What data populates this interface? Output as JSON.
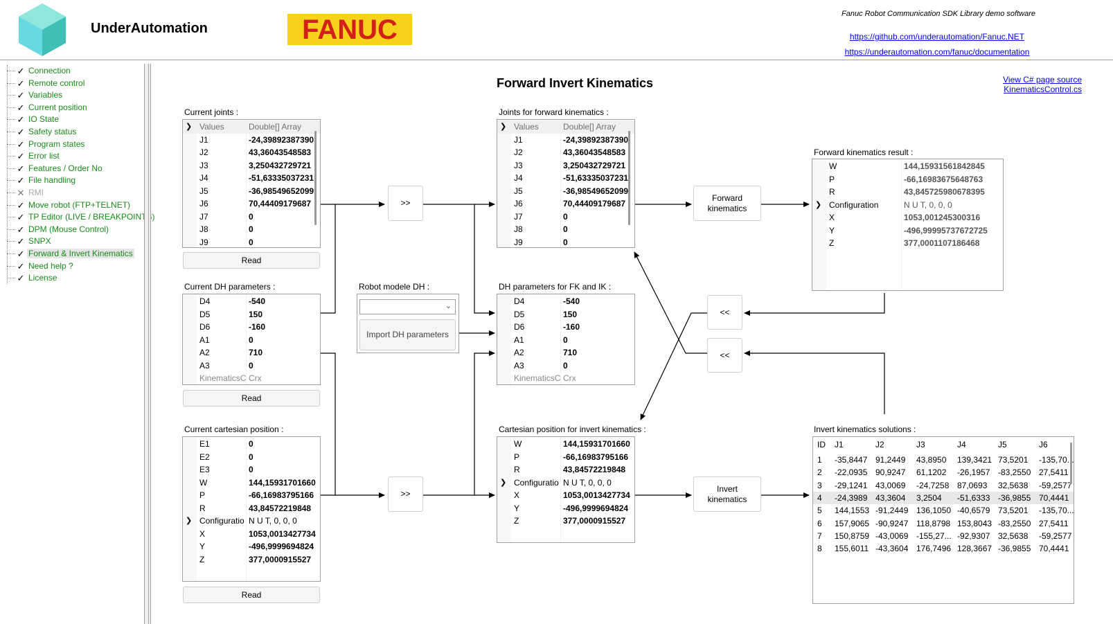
{
  "header": {
    "brand": "UnderAutomation",
    "fanuc_logo": "FANUC",
    "subtitle": "Fanuc Robot Communication SDK Library demo software",
    "link_github": "https://github.com/underautomation/Fanuc.NET",
    "link_docs": "https://underautomation.com/fanuc/documentation",
    "logo_icon": "hexagon-logo-icon",
    "colors": {
      "fanuc_yellow": "#f7d21a",
      "fanuc_red": "#d21f1a",
      "tree_green": "#1a8a1a",
      "link_blue": "#0000ee"
    }
  },
  "tree": {
    "items": [
      {
        "label": "Connection",
        "icon": "check"
      },
      {
        "label": "Remote control",
        "icon": "check"
      },
      {
        "label": "Variables",
        "icon": "check"
      },
      {
        "label": "Current position",
        "icon": "check"
      },
      {
        "label": "IO State",
        "icon": "check"
      },
      {
        "label": "Safety status",
        "icon": "check"
      },
      {
        "label": "Program states",
        "icon": "check"
      },
      {
        "label": "Error list",
        "icon": "check"
      },
      {
        "label": "Features / Order No",
        "icon": "check"
      },
      {
        "label": "File handling",
        "icon": "check"
      },
      {
        "label": "RMI",
        "icon": "cross"
      },
      {
        "label": "Move robot (FTP+TELNET)",
        "icon": "check"
      },
      {
        "label": "TP Editor (LIVE / BREAKPOINTS)",
        "icon": "check"
      },
      {
        "label": "DPM (Mouse Control)",
        "icon": "check"
      },
      {
        "label": "SNPX",
        "icon": "check"
      },
      {
        "label": "Forward & Invert Kinematics",
        "icon": "check"
      },
      {
        "label": "Need help ?",
        "icon": "check"
      },
      {
        "label": "License",
        "icon": "check"
      }
    ],
    "selected": "Forward & Invert Kinematics"
  },
  "main": {
    "title": "Forward  Invert Kinematics",
    "view_source": "View C# page source",
    "source_file": "KinematicsControl.cs",
    "current_joints": {
      "label": "Current joints :",
      "header": {
        "key": "Values",
        "value": "Double[] Array"
      },
      "rows": [
        {
          "k": "J1",
          "v": "-24,39892387390"
        },
        {
          "k": "J2",
          "v": "43,36043548583"
        },
        {
          "k": "J3",
          "v": "3,250432729721"
        },
        {
          "k": "J4",
          "v": "-51,63335037231"
        },
        {
          "k": "J5",
          "v": "-36,98549652099"
        },
        {
          "k": "J6",
          "v": "70,44409179687"
        },
        {
          "k": "J7",
          "v": "0"
        },
        {
          "k": "J8",
          "v": "0"
        },
        {
          "k": "J9",
          "v": "0"
        }
      ],
      "read_button": "Read"
    },
    "current_dh": {
      "label": "Current DH parameters :",
      "rows": [
        {
          "k": "D4",
          "v": "-540"
        },
        {
          "k": "D5",
          "v": "150"
        },
        {
          "k": "D6",
          "v": "-160"
        },
        {
          "k": "A1",
          "v": "0"
        },
        {
          "k": "A2",
          "v": "710"
        },
        {
          "k": "A3",
          "v": "0"
        },
        {
          "k": "KinematicsC",
          "v": "Crx"
        }
      ],
      "read_button": "Read"
    },
    "current_cartesian": {
      "label": "Current cartesian position :",
      "rows": [
        {
          "k": "E1",
          "v": "0"
        },
        {
          "k": "E2",
          "v": "0"
        },
        {
          "k": "E3",
          "v": "0"
        },
        {
          "k": "W",
          "v": "144,15931701660"
        },
        {
          "k": "P",
          "v": "-66,16983795166"
        },
        {
          "k": "R",
          "v": "43,84572219848"
        },
        {
          "k": "Configuratio",
          "v": "N U T, 0, 0, 0"
        },
        {
          "k": "X",
          "v": "1053,0013427734"
        },
        {
          "k": "Y",
          "v": "-496,9999694824"
        },
        {
          "k": "Z",
          "v": "377,0000915527"
        }
      ],
      "read_button": "Read"
    },
    "robot_model": {
      "label": "Robot modele DH :",
      "combo_value": "",
      "import_button": "Import DH parameters"
    },
    "fk_joints": {
      "label": "Joints for forward kinematics :",
      "header": {
        "key": "Values",
        "value": "Double[] Array"
      },
      "rows": [
        {
          "k": "J1",
          "v": "-24,39892387390"
        },
        {
          "k": "J2",
          "v": "43,36043548583"
        },
        {
          "k": "J3",
          "v": "3,250432729721"
        },
        {
          "k": "J4",
          "v": "-51,63335037231"
        },
        {
          "k": "J5",
          "v": "-36,98549652099"
        },
        {
          "k": "J6",
          "v": "70,44409179687"
        },
        {
          "k": "J7",
          "v": "0"
        },
        {
          "k": "J8",
          "v": "0"
        },
        {
          "k": "J9",
          "v": "0"
        }
      ]
    },
    "dh_fk_ik": {
      "label": "DH parameters for FK and IK :",
      "rows": [
        {
          "k": "D4",
          "v": "-540"
        },
        {
          "k": "D5",
          "v": "150"
        },
        {
          "k": "D6",
          "v": "-160"
        },
        {
          "k": "A1",
          "v": "0"
        },
        {
          "k": "A2",
          "v": "710"
        },
        {
          "k": "A3",
          "v": "0"
        },
        {
          "k": "KinematicsC",
          "v": "Crx"
        }
      ]
    },
    "ik_cartesian": {
      "label": "Cartesian position for invert kinematics :",
      "rows": [
        {
          "k": "W",
          "v": "144,15931701660"
        },
        {
          "k": "P",
          "v": "-66,16983795166"
        },
        {
          "k": "R",
          "v": "43,84572219848"
        },
        {
          "k": "Configuratio",
          "v": "N U T, 0, 0, 0"
        },
        {
          "k": "X",
          "v": "1053,0013427734"
        },
        {
          "k": "Y",
          "v": "-496,9999694824"
        },
        {
          "k": "Z",
          "v": "377,0000915527"
        }
      ]
    },
    "fk_result": {
      "label": "Forward kinematics result :",
      "rows": [
        {
          "k": "W",
          "v": "144,15931561842845"
        },
        {
          "k": "P",
          "v": "-66,16983675648763"
        },
        {
          "k": "R",
          "v": "43,845725980678395"
        },
        {
          "k": "Configuration",
          "v": "N U T, 0, 0, 0"
        },
        {
          "k": "X",
          "v": "1053,001245300316"
        },
        {
          "k": "Y",
          "v": "-496,99995737672725"
        },
        {
          "k": "Z",
          "v": "377,0001107186468"
        }
      ]
    },
    "buttons": {
      "copy_joints": ">>",
      "copy_cartesian": ">>",
      "forward": "Forward kinematics",
      "invert": "Invert kinematics",
      "back_fk": "<<",
      "back_ik": "<<"
    },
    "ik_solutions": {
      "label": "Invert kinematics solutions :",
      "columns": [
        "ID",
        "J1",
        "J2",
        "J3",
        "J4",
        "J5",
        "J6"
      ],
      "rows": [
        [
          "1",
          "-35,8447",
          "91,2449",
          "43,8950",
          "139,3421",
          "73,5201",
          "-135,70..."
        ],
        [
          "2",
          "-22,0935",
          "90,9247",
          "61,1202",
          "-26,1957",
          "-83,2550",
          "27,5411"
        ],
        [
          "3",
          "-29,1241",
          "43,0069",
          "-24,7258",
          "87,0693",
          "32,5638",
          "-59,2577"
        ],
        [
          "4",
          "-24,3989",
          "43,3604",
          "3,2504",
          "-51,6333",
          "-36,9855",
          "70,4441"
        ],
        [
          "5",
          "144,1553",
          "-91,2449",
          "136,1050",
          "-40,6579",
          "73,5201",
          "-135,70..."
        ],
        [
          "6",
          "157,9065",
          "-90,9247",
          "118,8798",
          "153,8043",
          "-83,2550",
          "27,5411"
        ],
        [
          "7",
          "150,8759",
          "-43,0069",
          "-155,27...",
          "-92,9307",
          "32,5638",
          "-59,2577"
        ],
        [
          "8",
          "155,6011",
          "-43,3604",
          "176,7496",
          "128,3667",
          "-36,9855",
          "70,4441"
        ]
      ],
      "selected_row": 3
    }
  }
}
